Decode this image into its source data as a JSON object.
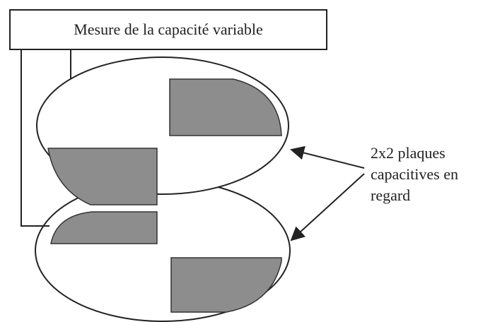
{
  "measurement_box": {
    "label": "Mesure de la capacité variable"
  },
  "annotation": {
    "lines": [
      "2x2 plaques",
      "capacitives en",
      "regard"
    ]
  },
  "colors": {
    "plate_fill": "#8d8d8d",
    "stroke": "#222222",
    "background": "#ffffff"
  }
}
